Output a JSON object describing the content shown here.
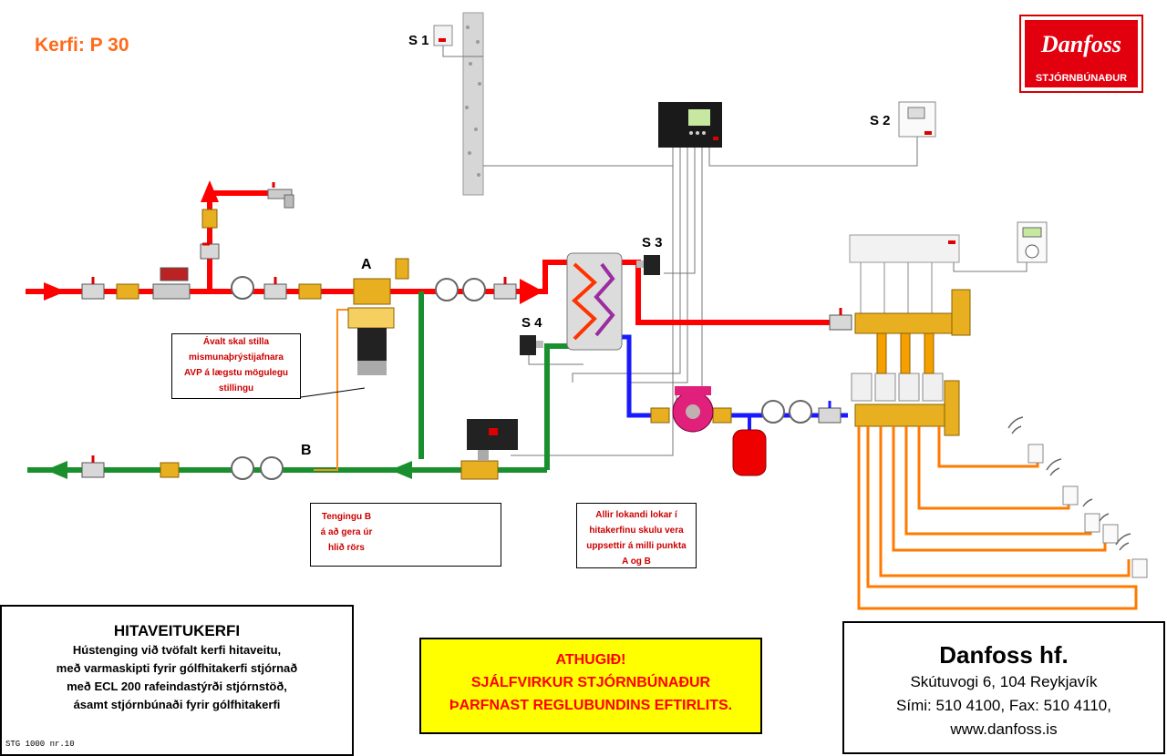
{
  "header": {
    "title": "Kerfi: P 30"
  },
  "logo": {
    "brand": "Danfoss",
    "subtitle": "STJÓRNBÚNAÐUR"
  },
  "sensors": {
    "s1": "S 1",
    "s2": "S 2",
    "s3": "S 3",
    "s4": "S 4"
  },
  "points": {
    "a": "A",
    "b": "B"
  },
  "notes": {
    "avp": [
      "Ávalt skal stilla",
      "mismunaþrýstijafnara",
      "AVP á lægstu mögulegu",
      "stillingu"
    ],
    "connection": [
      "Tengingu  B",
      "á að gera úr",
      "hlið  rörs"
    ],
    "valves": [
      "Allir lokandi lokar í",
      "hitakerfinu skulu vera",
      "uppsettir á milli punkta",
      "A og B"
    ]
  },
  "info_box": {
    "title": "HITAVEITUKERFI",
    "lines": [
      "Hústenging við tvöfalt kerfi hitaveitu,",
      "með varmaskipti fyrir gólfhitakerfi stjórnað",
      "með ECL 200 rafeindastýrði stjórnstöð,",
      "ásamt stjórnbúnaði fyrir gólfhitakerfi"
    ]
  },
  "warning": {
    "lines": [
      "ATHUGIÐ!",
      "SJÁLFVIRKUR STJÓRNBÚNAÐUR",
      "ÞARFNAST REGLUBUNDINS EFTIRLITS."
    ]
  },
  "company": {
    "name": "Danfoss hf.",
    "address": "Skútuvogi 6,  104 Reykjavík",
    "phone": "Sími: 510 4100,  Fax: 510 4110,",
    "web": "www.danfoss.is"
  },
  "footer_code": "STG 1000 nr.10",
  "colors": {
    "supply": "#ff0000",
    "return": "#1a8f2e",
    "secondary_return": "#1a1aff",
    "floor_loop": "#ff7a00",
    "title": "#ff6a1a",
    "warning_bg": "#ffff00",
    "brand": "#e2000f"
  }
}
